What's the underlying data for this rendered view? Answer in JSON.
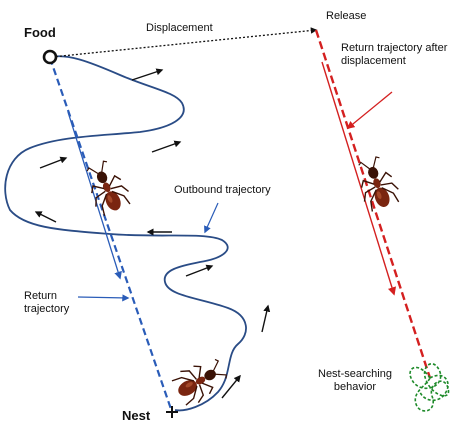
{
  "labels": {
    "food": "Food",
    "displacement": "Displacement",
    "release": "Release",
    "return_after": "Return trajectory after displacement",
    "outbound": "Outbound trajectory",
    "return_traj": "Return trajectory",
    "nest": "Nest",
    "nest_search": "Nest-searching behavior"
  },
  "colors": {
    "outbound": "#2a4c86",
    "return": "#2a5cb8",
    "red": "#d42020",
    "green": "#1e8a2a",
    "ink": "#111111",
    "ant_body": "#7a2510",
    "ant_dark": "#3a1206"
  },
  "icons": [
    "food-source-icon",
    "nest-marker-icon",
    "ant-icon",
    "direction-arrow-icon"
  ]
}
